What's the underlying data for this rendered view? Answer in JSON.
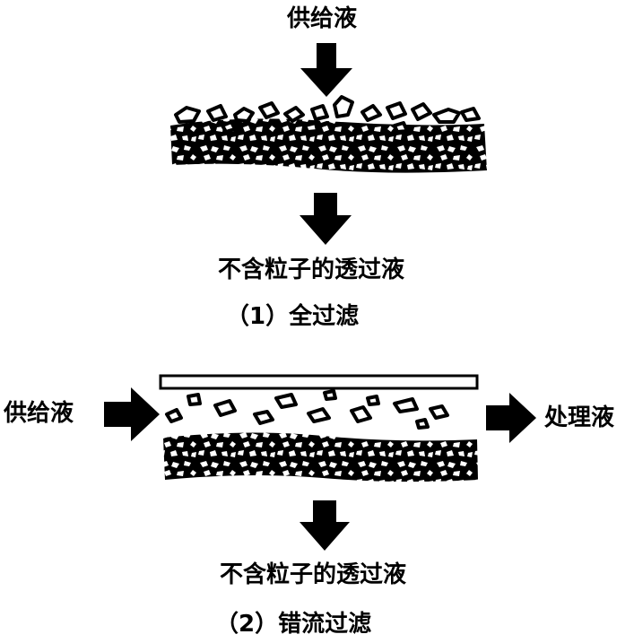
{
  "diagram1": {
    "feed_label": "供给液",
    "permeate_label": "不含粒子的透过液",
    "caption": "（1）全过滤"
  },
  "diagram2": {
    "feed_label": "供给液",
    "output_label": "处理液",
    "permeate_label": "不含粒子的透过液",
    "caption": "（2）错流过滤"
  },
  "colors": {
    "ink": "#000000",
    "paper": "#ffffff"
  }
}
